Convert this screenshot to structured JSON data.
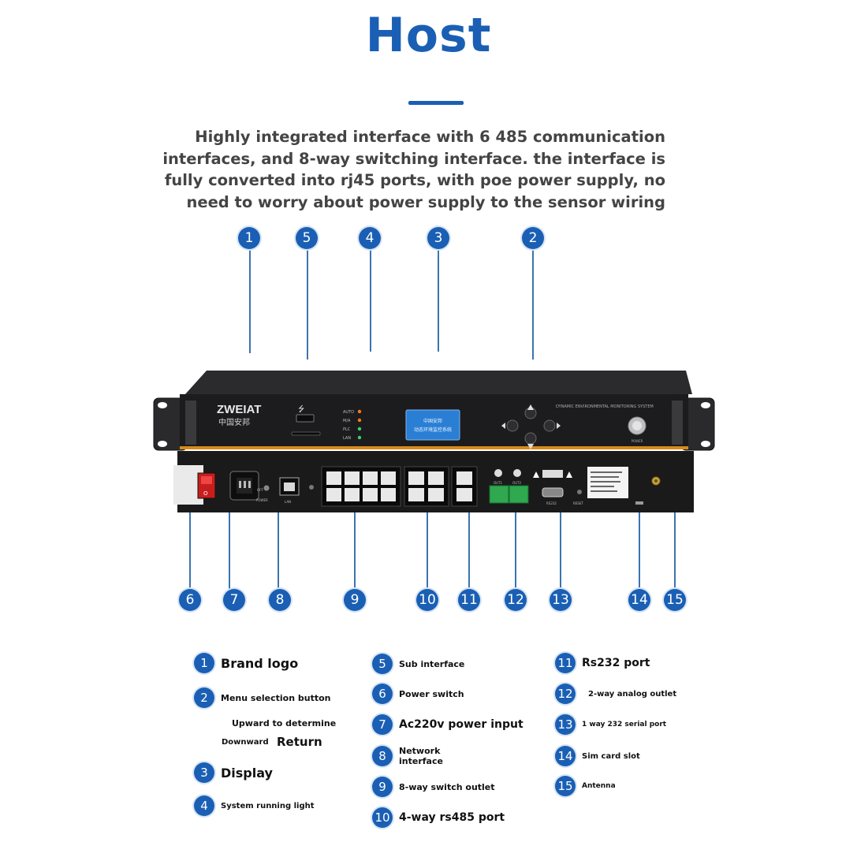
{
  "title": "Host",
  "description": [
    "Highly integrated interface with 6 485 communication",
    "interfaces, and 8-way switching interface. the interface is",
    "fully converted into rj45 ports, with poe power supply, no",
    "need to worry about power supply to the sensor wiring"
  ],
  "colors": {
    "accent": "#1a5fb4",
    "device_body": "#1c1c1e",
    "lcd": "#2a7fd4"
  },
  "device": {
    "brand": "ZWEIAT",
    "brand_sub": "中国安邦",
    "panel_title": "DYNAMIC ENVIRONMENTAL MONITORING SYSTEM",
    "indicators": [
      "AUTO",
      "M/A",
      "PLC",
      "LAN"
    ],
    "lcd_lines": [
      "中国安邦",
      "动态环境监控系统"
    ],
    "power_label": "POWER",
    "rear_labels": {
      "power": "POWER",
      "lan": "LAN",
      "out1": "OUT1",
      "out2": "OUT2",
      "rs232": "RS232",
      "reset": "RESET",
      "off": "OFF"
    }
  },
  "callouts_top": [
    "1",
    "5",
    "4",
    "3",
    "2"
  ],
  "callouts_bottom": [
    "6",
    "7",
    "8",
    "9",
    "10",
    "11",
    "12",
    "13",
    "14",
    "15"
  ],
  "legend": {
    "col1": [
      {
        "num": "1",
        "label": "Brand logo"
      },
      {
        "num": "2",
        "label": "Menu selection button"
      },
      {
        "num": "3",
        "label": "Display"
      },
      {
        "num": "4",
        "label": "System running light"
      }
    ],
    "col1_extra": {
      "upward": "Upward to determine",
      "downward": "Downward",
      "return": "Return"
    },
    "col2": [
      {
        "num": "5",
        "label": "Sub interface"
      },
      {
        "num": "6",
        "label": "Power switch"
      },
      {
        "num": "7",
        "label": "Ac220v power input"
      },
      {
        "num": "8",
        "label": "Network interface"
      },
      {
        "num": "9",
        "label": "8-way switch outlet"
      },
      {
        "num": "10",
        "label": "4-way rs485 port"
      }
    ],
    "col2_label8": [
      "Network",
      "interface"
    ],
    "col3": [
      {
        "num": "11",
        "label": "Rs232 port"
      },
      {
        "num": "12",
        "label": "2-way analog outlet"
      },
      {
        "num": "13",
        "label": "1 way 232 serial port"
      },
      {
        "num": "14",
        "label": "Sim card slot"
      },
      {
        "num": "15",
        "label": "Antenna"
      }
    ]
  }
}
